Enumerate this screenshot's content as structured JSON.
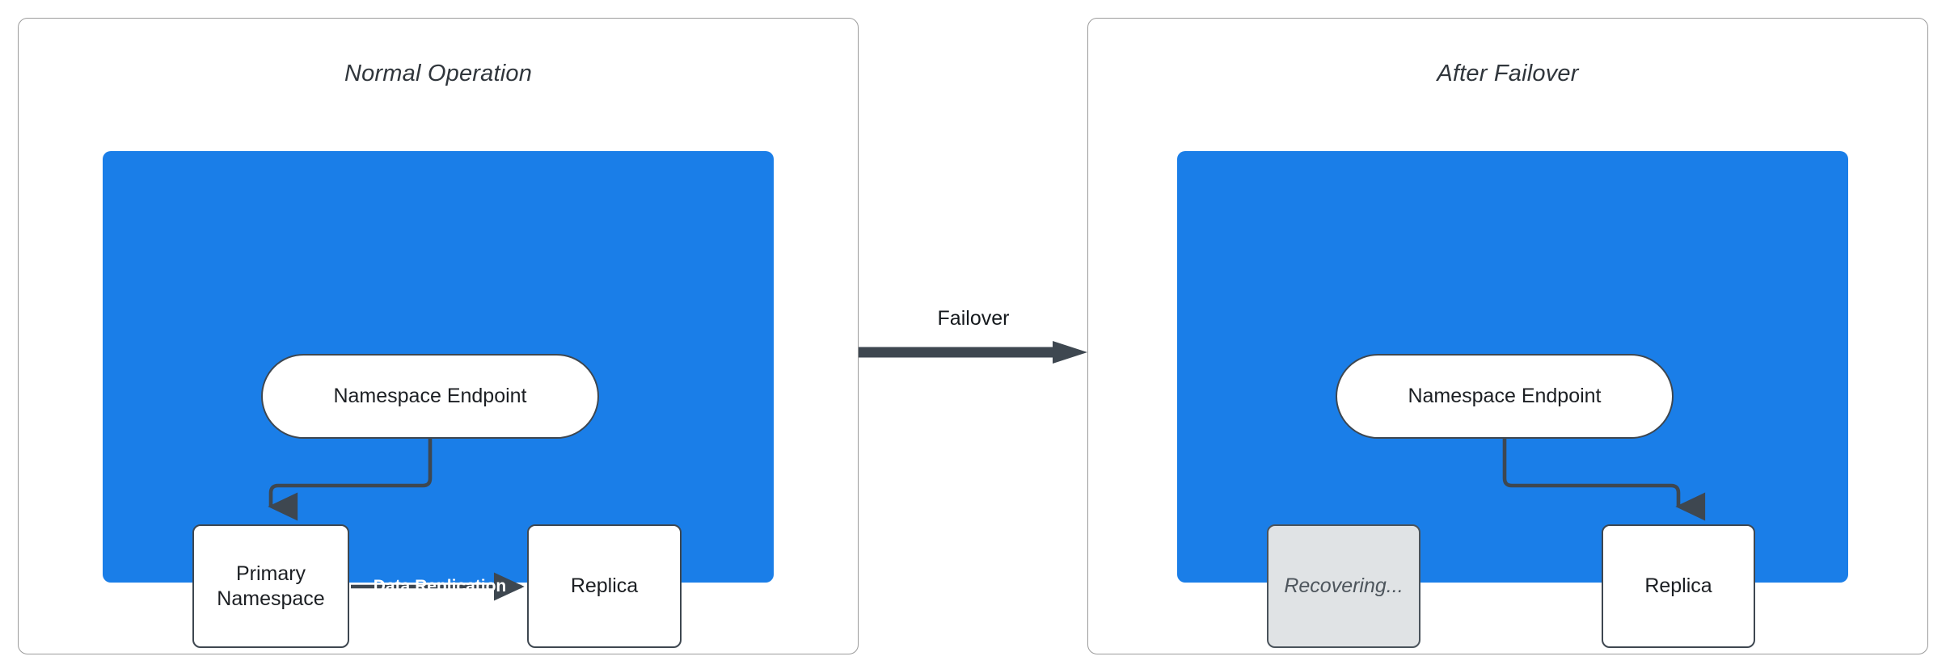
{
  "diagram": {
    "title_left": "Normal Operation",
    "title_right": "After Failover",
    "transition": {
      "label": "Failover",
      "icon": "right-arrow-icon"
    },
    "colors": {
      "region_blue": "#1a7ee8",
      "connector": "#3e4750",
      "node_border": "#3e4750",
      "node_fill": "#ffffff",
      "recovering_fill": "#e0e3e5",
      "recovering_text": "#4d555c",
      "panel_border": "#9b9b9b",
      "replication_label": "#ffffff",
      "title_text": "#30363c"
    },
    "left_panel": {
      "nodes": {
        "endpoint": "Namespace Endpoint",
        "primary": "Primary\nNamespace",
        "primary_line1": "Primary",
        "primary_line2": "Namespace",
        "replica": "Replica"
      },
      "edges": {
        "endpoint_to_primary": "",
        "replication_label": "Data Replication"
      }
    },
    "right_panel": {
      "nodes": {
        "endpoint": "Namespace Endpoint",
        "recovering": "Recovering...",
        "replica": "Replica"
      },
      "edges": {
        "endpoint_to_replica": ""
      }
    }
  }
}
